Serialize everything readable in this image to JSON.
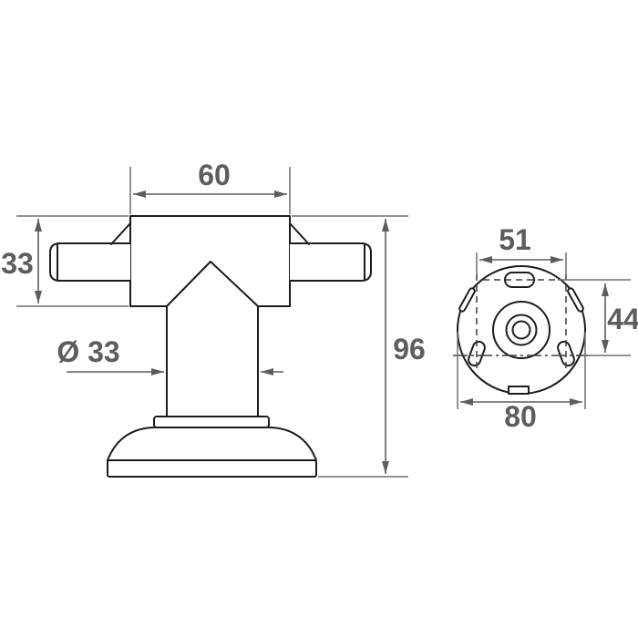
{
  "drawing": {
    "type": "technical-dimension-drawing",
    "views": {
      "side_view": "door-stop side elevation",
      "bottom_view": "base plate bottom view"
    },
    "dimensions": {
      "head_width": "60",
      "head_height": "33",
      "stem_diameter": "Ø 33",
      "total_height": "96",
      "hole_pattern_width": "51",
      "hole_pattern_height": "44",
      "base_diameter": "80"
    },
    "colors": {
      "outline": "#1c1c1c",
      "dimension_lines": "#5d5d5d",
      "extension_lines": "#6e6e6e",
      "centerlines": "#3c3c3c",
      "background": "#ffffff"
    }
  }
}
